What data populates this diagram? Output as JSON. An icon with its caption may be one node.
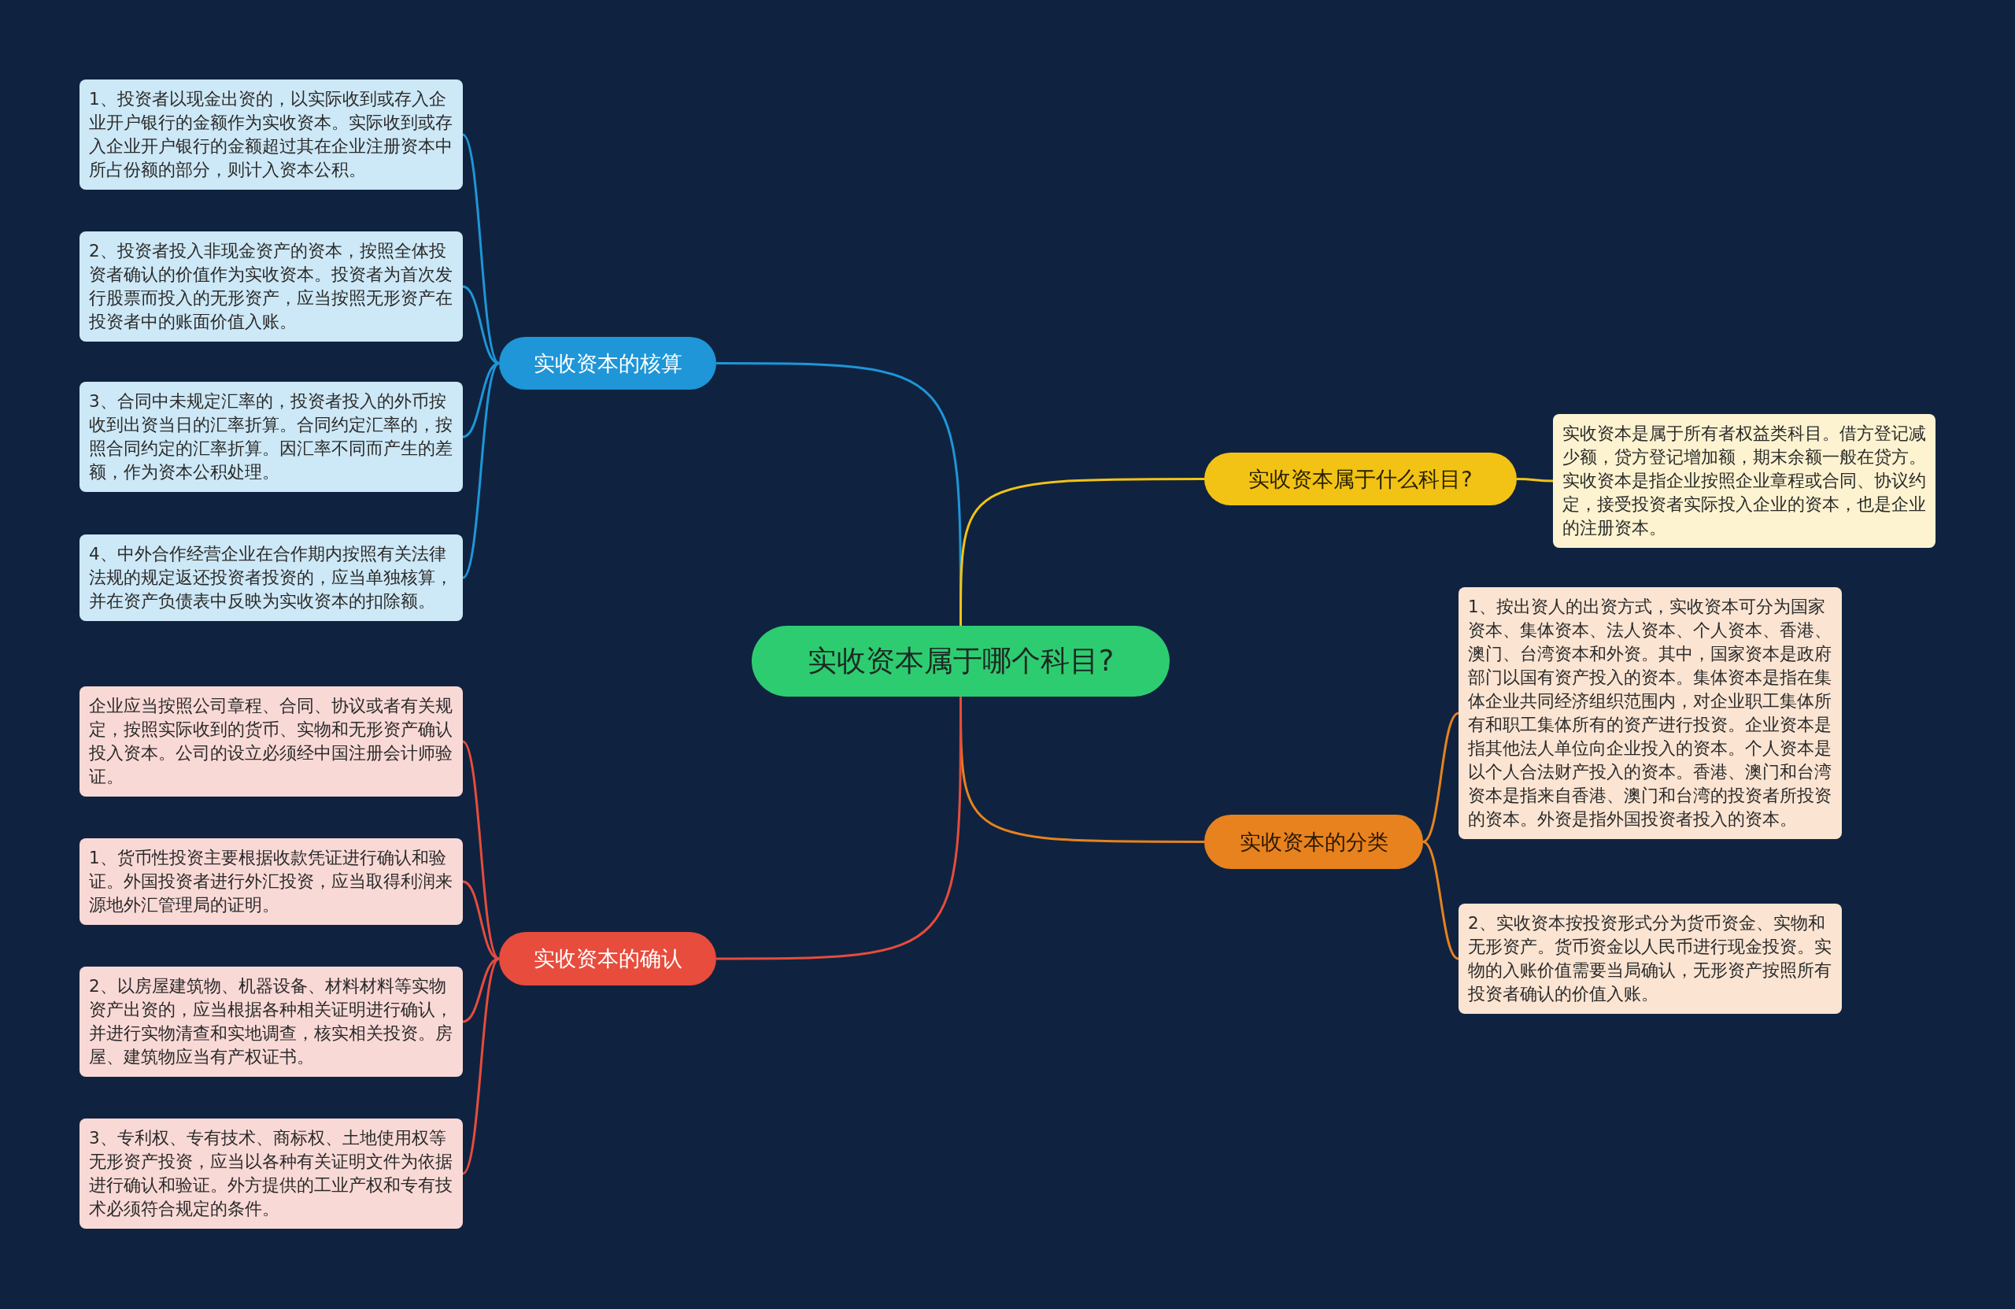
{
  "diagram": {
    "nodes": [
      {
        "text": [
          "实收资本属于哪个科目?"
        ]
      },
      {
        "text": [
          "实收资本的核算"
        ]
      },
      {
        "text": [
          "1、投资者以现金出资的，以实际收到或存入企业开户银行的金额作为实收资本。实际收到或存入企业开户银行的金额超过其在企业注册资本中所占份额的部分，则计入资本公积。"
        ]
      },
      {
        "text": [
          "2、投资者投入非现金资产的资本，按照全体投资者确认的价值作为实收资本。投资者为首次发行股票而投入的无形资产，应当按照无形资产在投资者中的账面价值入账。"
        ]
      },
      {
        "text": [
          "3、合同中未规定汇率的，投资者投入的外币按收到出资当日的汇率折算。合同约定汇率的，按照合同约定的汇率折算。因汇率不同而产生的差额，作为资本公积处理。"
        ]
      },
      {
        "text": [
          "4、中外合作经营企业在合作期内按照有关法律法规的规定返还投资者投资的，应当单独核算，并在资产负债表中反映为实收资本的扣除额。"
        ]
      },
      {
        "text": [
          "实收资本属于什么科目?"
        ]
      },
      {
        "text": [
          "实收资本是属于所有者权益类科目。借方登记减少额，贷方登记增加额，期末余额一般在贷方。实收资本是指企业按照企业章程或合同、协议约定，接受投资者实际投入企业的资本，也是企业的注册资本。"
        ]
      },
      {
        "text": [
          "实收资本的分类"
        ]
      },
      {
        "text": [
          "1、按出资人的出资方式，实收资本可分为国家资本、集体资本、法人资本、个人资本、香港、澳门、台湾资本和外资。其中，国家资本是政府部门以国有资产投入的资本。集体资本是指在集体企业共同经济组织范围内，对企业职工集体所有和职工集体所有的资产进行投资。企业资本是指其他法人单位向企业投入的资本。个人资本是以个人合法财产投入的资本。香港、澳门和台湾资本是指来自香港、澳门和台湾的投资者所投资的资本。外资是指外国投资者投入的资本。"
        ]
      },
      {
        "text": [
          "2、实收资本按投资形式分为货币资金、实物和无形资产。货币资金以人民币进行现金投资。实物的入账价值需要当局确认，无形资产按照所有投资者确认的价值入账。"
        ]
      },
      {
        "text": [
          "实收资本的确认"
        ]
      },
      {
        "text": [
          "企业应当按照公司章程、合同、协议或者有关规定，按照实际收到的货币、实物和无形资产确认投入资本。公司的设立必须经中国注册会计师验证。"
        ]
      },
      {
        "text": [
          "1、货币性投资主要根据收款凭证进行确认和验证。外国投资者进行外汇投资，应当取得利润来源地外汇管理局的证明。"
        ]
      },
      {
        "text": [
          "2、以房屋建筑物、机器设备、材料材料等实物资产出资的，应当根据各种相关证明进行确认，并进行实物清查和实地调查，核实相关投资。房屋、建筑物应当有产权证书。"
        ]
      },
      {
        "text": [
          "3、专利权、专有技术、商标权、土地使用权等无形资产投资，应当以各种有关证明文件为依据进行确认和验证。外方提供的工业产权和专有技术必须符合规定的条件。"
        ]
      }
    ],
    "edges": [
      {
        "from": 0,
        "to": 1,
        "arrow": "none",
        "color": "#1e96d8"
      },
      {
        "from": 1,
        "to": 2,
        "arrow": "none",
        "color": "#1e96d8"
      },
      {
        "from": 1,
        "to": 3,
        "arrow": "none",
        "color": "#1e96d8"
      },
      {
        "from": 1,
        "to": 4,
        "arrow": "none",
        "color": "#1e96d8"
      },
      {
        "from": 1,
        "to": 5,
        "arrow": "none",
        "color": "#1e96d8"
      },
      {
        "from": 0,
        "to": 6,
        "arrow": "none",
        "color": "#f2c314"
      },
      {
        "from": 6,
        "to": 7,
        "arrow": "none",
        "color": "#f2c314"
      },
      {
        "from": 0,
        "to": 8,
        "arrow": "none",
        "color": "#e8821e"
      },
      {
        "from": 8,
        "to": 9,
        "arrow": "none",
        "color": "#e8821e"
      },
      {
        "from": 8,
        "to": 10,
        "arrow": "none",
        "color": "#e8821e"
      },
      {
        "from": 0,
        "to": 11,
        "arrow": "none",
        "color": "#e74c3c"
      },
      {
        "from": 11,
        "to": 12,
        "arrow": "none",
        "color": "#e74c3c"
      },
      {
        "from": 11,
        "to": 13,
        "arrow": "none",
        "color": "#e74c3c"
      },
      {
        "from": 11,
        "to": 14,
        "arrow": "none",
        "color": "#e74c3c"
      },
      {
        "from": 11,
        "to": 15,
        "arrow": "none",
        "color": "#e74c3c"
      }
    ]
  }
}
